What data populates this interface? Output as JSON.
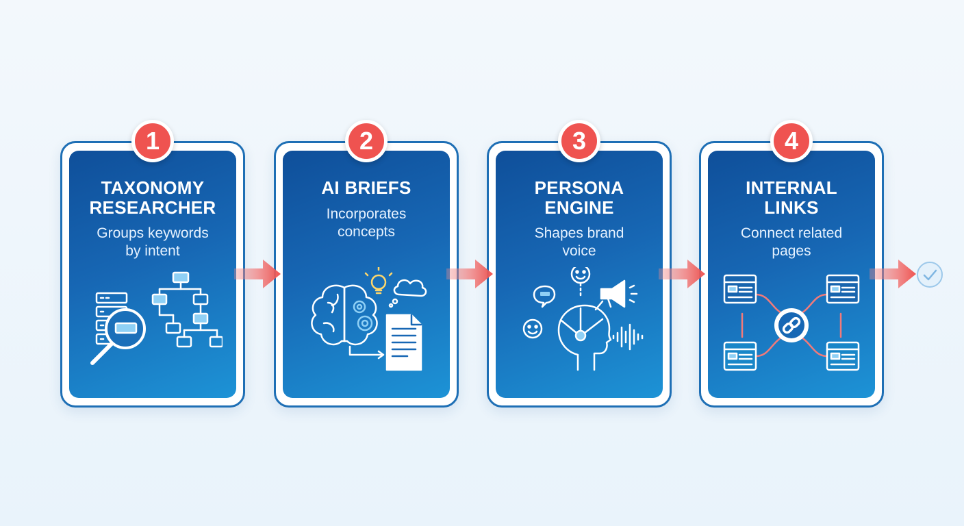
{
  "steps": [
    {
      "number": "1",
      "title_line1": "TAXONOMY",
      "title_line2": "RESEARCHER",
      "desc_line1": "Groups keywords",
      "desc_line2": "by intent",
      "icon": "taxonomy-search-icon"
    },
    {
      "number": "2",
      "title_line1": "AI BRIEFS",
      "title_line2": "",
      "desc_line1": "Incorporates",
      "desc_line2": "concepts",
      "icon": "brain-document-icon"
    },
    {
      "number": "3",
      "title_line1": "PERSONA",
      "title_line2": "ENGINE",
      "desc_line1": "Shapes brand",
      "desc_line2": "voice",
      "icon": "persona-voice-icon"
    },
    {
      "number": "4",
      "title_line1": "INTERNAL",
      "title_line2": "LINKS",
      "desc_line1": "Connect related",
      "desc_line2": "pages",
      "icon": "linked-pages-icon"
    }
  ],
  "colors": {
    "accent": "#ef5350",
    "card_dark": "#0f4f9a",
    "card_light": "#1d93d6",
    "border": "#1e6fb5",
    "check": "#9cc8ea"
  },
  "end_icon": "checkmark-circle-icon"
}
